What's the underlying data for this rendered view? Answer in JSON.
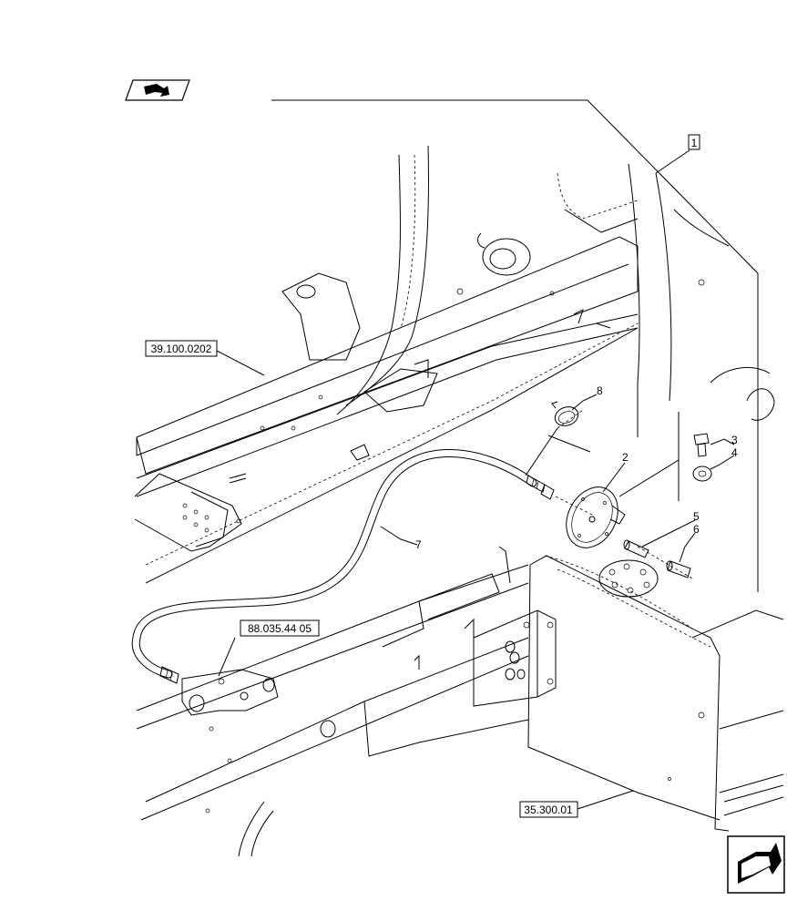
{
  "diagram": {
    "callouts": [
      "1",
      "2",
      "3",
      "4",
      "5",
      "6",
      "7",
      "8"
    ],
    "references": {
      "frame": "39.100.0202",
      "fitting": "88.035.44 05",
      "tank": "35.300.01"
    }
  },
  "icons": {
    "top_left": "previous-page-icon",
    "bottom_right": "next-page-icon"
  }
}
